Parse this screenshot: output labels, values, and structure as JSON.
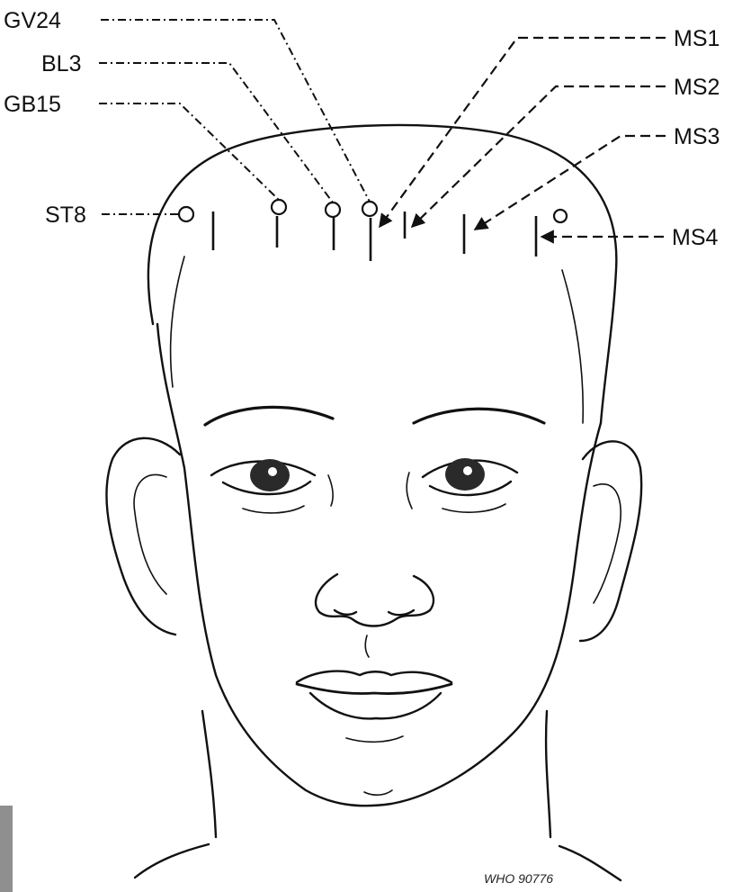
{
  "labels": {
    "gv24": "GV24",
    "bl3": "BL3",
    "gb15": "GB15",
    "st8": "ST8",
    "ms1": "MS1",
    "ms2": "MS2",
    "ms3": "MS3",
    "ms4": "MS4"
  },
  "credit": "WHO 90776"
}
